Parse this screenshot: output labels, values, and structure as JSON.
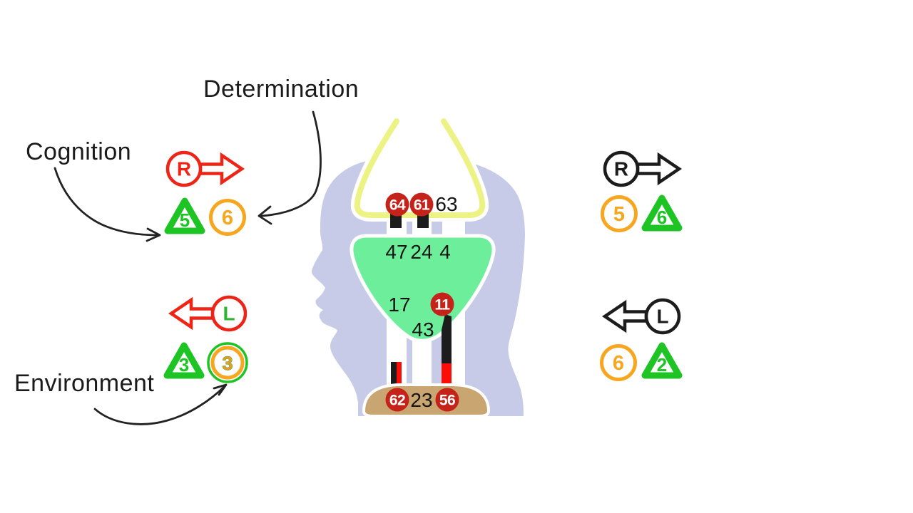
{
  "annotations": {
    "determination": "Determination",
    "cognition": "Cognition",
    "environment": "Environment"
  },
  "tags": {
    "left_top": {
      "letter": "R",
      "direction": "right",
      "outline_color": "#ee2417",
      "letter_color": "#ee2417"
    },
    "left_bottom": {
      "letter": "L",
      "direction": "left",
      "outline_color": "#ee2417",
      "letter_color": "#2db52d"
    },
    "right_top": {
      "letter": "R",
      "direction": "right",
      "outline_color": "#1c1c1c",
      "letter_color": "#1c1c1c"
    },
    "right_bottom": {
      "letter": "L",
      "direction": "left",
      "outline_color": "#1c1c1c",
      "letter_color": "#1c1c1c"
    }
  },
  "badges": {
    "left_top": [
      {
        "shape": "triangle",
        "value": "5"
      },
      {
        "shape": "circle",
        "value": "6"
      }
    ],
    "left_bottom": [
      {
        "shape": "triangle",
        "value": "3"
      },
      {
        "shape": "double-circle",
        "value": "3"
      }
    ],
    "right_top": [
      {
        "shape": "circle",
        "value": "5"
      },
      {
        "shape": "triangle",
        "value": "6"
      }
    ],
    "right_bottom": [
      {
        "shape": "circle",
        "value": "6"
      },
      {
        "shape": "triangle",
        "value": "2"
      }
    ]
  },
  "head_diagram": {
    "funnel_markers": [
      {
        "style": "red-circle",
        "value": "64"
      },
      {
        "style": "red-circle",
        "value": "61"
      },
      {
        "style": "plain",
        "value": "63"
      }
    ],
    "brain_markers": [
      {
        "style": "plain",
        "value": "47"
      },
      {
        "style": "plain",
        "value": "24"
      },
      {
        "style": "plain",
        "value": "4"
      },
      {
        "style": "plain",
        "value": "17"
      },
      {
        "style": "red-circle",
        "value": "11"
      },
      {
        "style": "plain",
        "value": "43"
      }
    ],
    "stem_markers": [
      {
        "style": "red-circle",
        "value": "62"
      },
      {
        "style": "plain",
        "value": "23"
      },
      {
        "style": "red-circle",
        "value": "56"
      }
    ]
  },
  "colors": {
    "head_silhouette": "#c7cbe7",
    "funnel_outline": "#edf284",
    "brain_fill": "#6cee9b",
    "stem_fill": "#c9a571",
    "marker_red": "#c5221a",
    "tag_red": "#ee2417",
    "tag_black": "#1c1c1c",
    "badge_green": "#1dc424",
    "badge_orange": "#f6a71f",
    "bar_black": "#1c1c1c",
    "bar_red": "#fb0d08",
    "annotation_ink": "#222222"
  }
}
